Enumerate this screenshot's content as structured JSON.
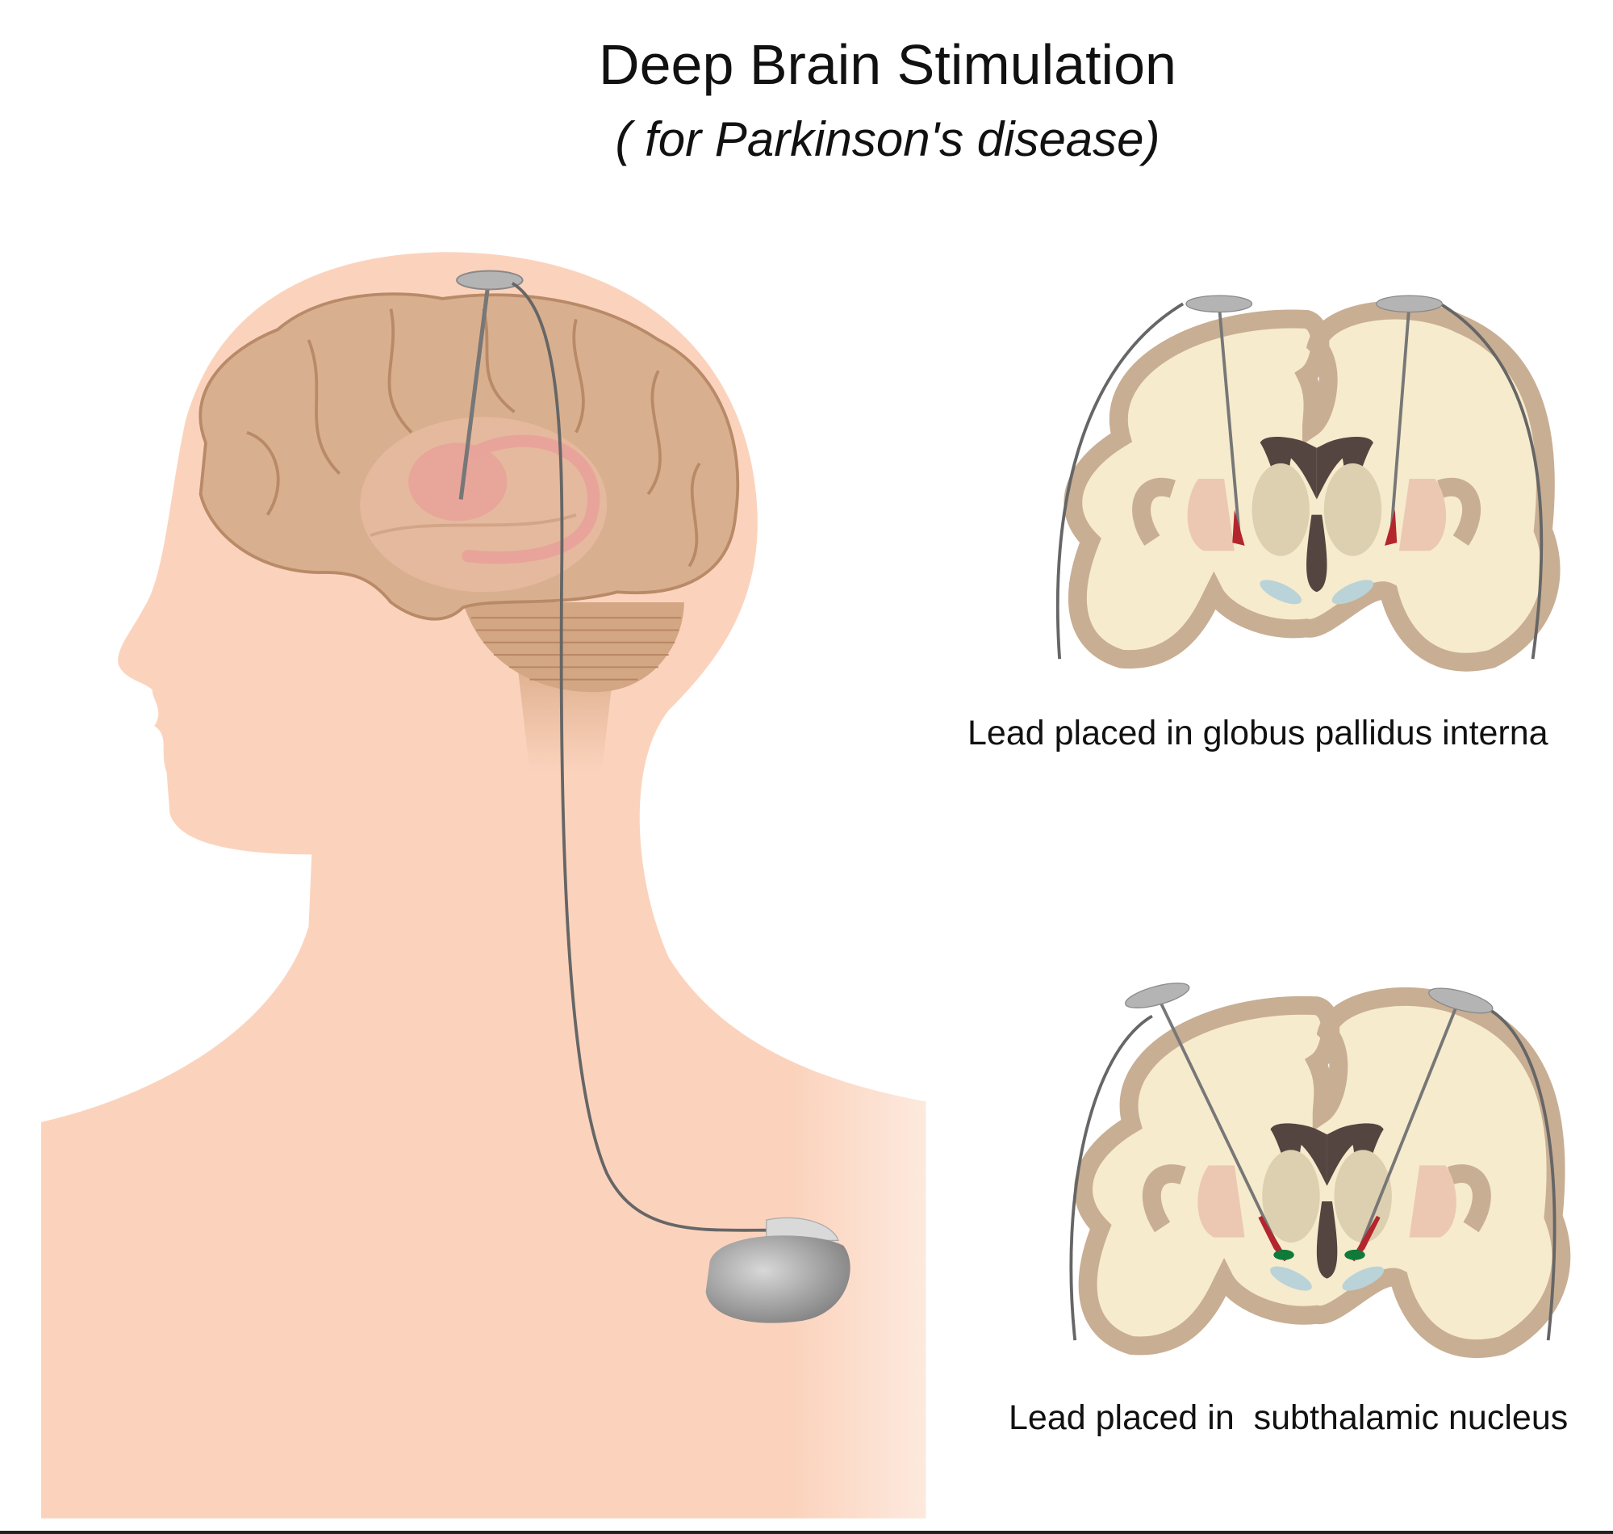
{
  "header": {
    "title": "Deep Brain Stimulation",
    "subtitle": "( for Parkinson's disease)"
  },
  "panels": [
    {
      "label": "Lead placed in globus pallidus interna"
    },
    {
      "label": "Lead placed in  subthalamic nucleus"
    }
  ],
  "colors": {
    "skin": "#fbd3bd",
    "brain": "#d9b08f",
    "cortex_section": "#c8ae93",
    "white_matter": "#f6ebcd",
    "lead": "#777777",
    "stimulator": "#9a9a9a",
    "target_red": "#b3262e",
    "target_green": "#0f7a3a"
  }
}
